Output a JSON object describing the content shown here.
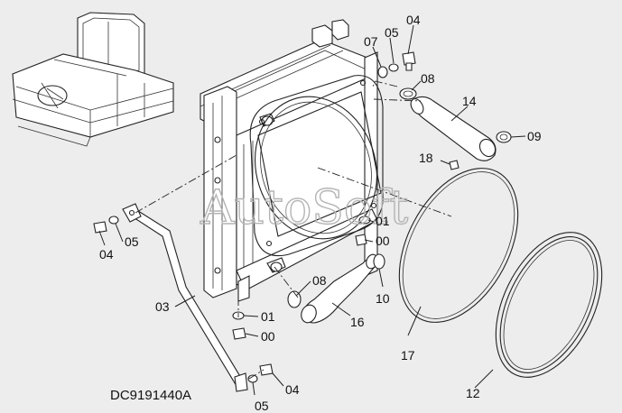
{
  "diagram": {
    "drawing_code": "DC9191440A",
    "watermark": "AutoSoft",
    "callouts": [
      {
        "id": "c04_top",
        "text": "04"
      },
      {
        "id": "c05_top",
        "text": "05"
      },
      {
        "id": "c07_top",
        "text": "07"
      },
      {
        "id": "c08_top",
        "text": "08"
      },
      {
        "id": "c14",
        "text": "14"
      },
      {
        "id": "c09",
        "text": "09"
      },
      {
        "id": "c18",
        "text": "18"
      },
      {
        "id": "c01_mid",
        "text": "01"
      },
      {
        "id": "c00_mid",
        "text": "00"
      },
      {
        "id": "c04_left",
        "text": "04"
      },
      {
        "id": "c05_left",
        "text": "05"
      },
      {
        "id": "c08_low",
        "text": "08"
      },
      {
        "id": "c10",
        "text": "10"
      },
      {
        "id": "c16",
        "text": "16"
      },
      {
        "id": "c03",
        "text": "03"
      },
      {
        "id": "c01_low",
        "text": "01"
      },
      {
        "id": "c00_low",
        "text": "00"
      },
      {
        "id": "c17",
        "text": "17"
      },
      {
        "id": "c04_bottom",
        "text": "04"
      },
      {
        "id": "c05_bottom",
        "text": "05"
      },
      {
        "id": "c12",
        "text": "12"
      }
    ]
  }
}
